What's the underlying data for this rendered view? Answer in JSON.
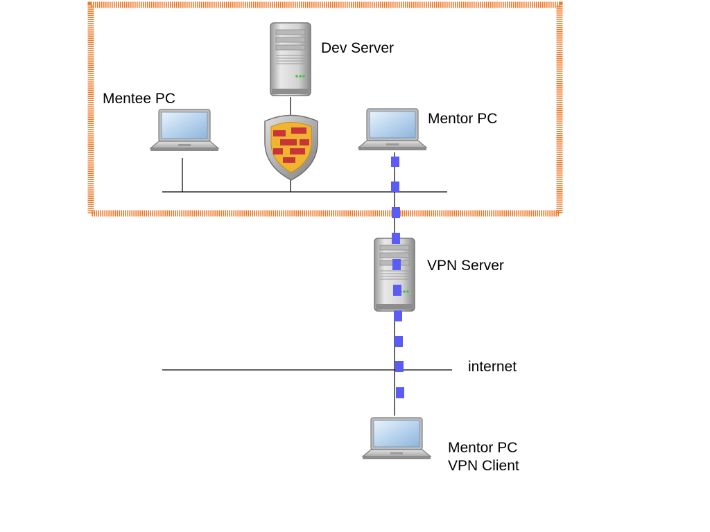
{
  "labels": {
    "dev_server": "Dev Server",
    "mentee_pc": "Mentee PC",
    "mentor_pc": "Mentor PC",
    "vpn_server": "VPN Server",
    "internet": "internet",
    "mentor_vpn_client_line1": "Mentor PC",
    "mentor_vpn_client_line2": "VPN Client"
  },
  "colors": {
    "internal_network_border": "#f07a2a",
    "vpn_tunnel": "#5b5bf5",
    "firewall_shield": "#f0b530",
    "firewall_bricks": "#c8343a"
  },
  "icons": [
    "server-icon",
    "laptop-icon",
    "firewall-shield-icon"
  ]
}
